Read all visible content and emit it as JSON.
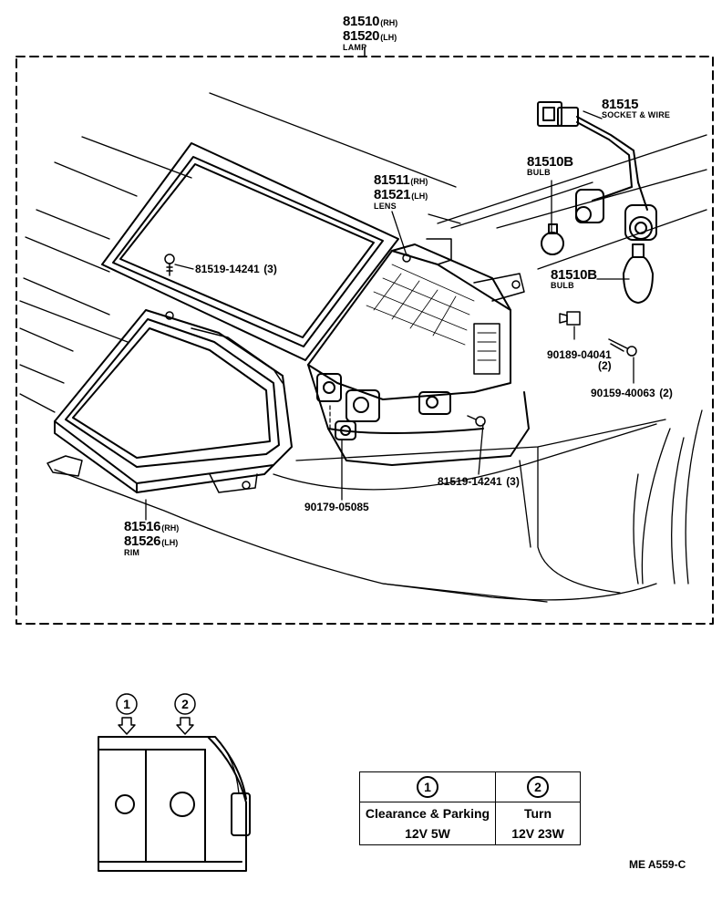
{
  "callouts": {
    "lamp": {
      "rh": "81510",
      "rh_side": "(RH)",
      "lh": "81520",
      "lh_side": "(LH)",
      "name": "LAMP"
    },
    "socket_wire": {
      "part": "81515",
      "name": "SOCKET & WIRE"
    },
    "bulb_a": {
      "part": "81510B",
      "name": "BULB"
    },
    "bulb_b": {
      "part": "81510B",
      "name": "BULB"
    },
    "lens": {
      "rh": "81511",
      "rh_side": "(RH)",
      "lh": "81521",
      "lh_side": "(LH)",
      "name": "LENS"
    },
    "screw_a": {
      "part": "81519-14241",
      "qty": "(3)"
    },
    "screw_b": {
      "part": "81519-14241",
      "qty": "(3)"
    },
    "clip": {
      "part": "90189-04041",
      "qty": "(2)"
    },
    "bolt": {
      "part": "90159-40063",
      "qty": "(2)"
    },
    "nut": {
      "part": "90179-05085"
    },
    "rim": {
      "rh": "81516",
      "rh_side": "(RH)",
      "lh": "81526",
      "lh_side": "(LH)",
      "name": "RIM"
    }
  },
  "detail": {
    "marker_1": "1",
    "marker_2": "2"
  },
  "bulb_table": {
    "col1": {
      "marker": "1",
      "function": "Clearance & Parking",
      "spec": "12V 5W"
    },
    "col2": {
      "marker": "2",
      "function": "Turn",
      "spec": "12V 23W"
    }
  },
  "reference_code": "ME  A559-C"
}
